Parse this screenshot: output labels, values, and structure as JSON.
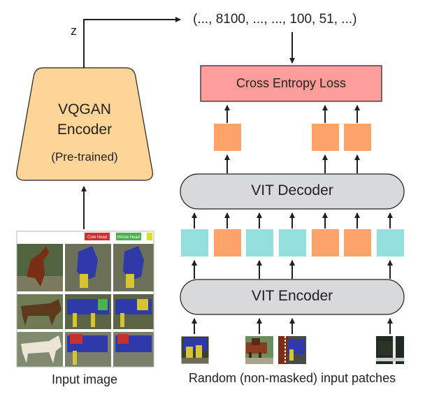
{
  "output_sequence": "(..., 8100, ..., ..., 100, 51, ...)",
  "z_label": "z",
  "encoder": {
    "line1": "VQGAN",
    "line2": "Encoder",
    "note": "(Pre-trained)",
    "color": "#fdd596"
  },
  "loss": {
    "label": "Cross Entropy Loss",
    "color": "#fc9d9a"
  },
  "vit_decoder": {
    "label": "VIT Decoder",
    "color": "#d8d9da"
  },
  "vit_encoder": {
    "label": "VIT Encoder",
    "color": "#d8d9da"
  },
  "input_caption": "Input image",
  "patches_caption": "Random (non-masked) input patches",
  "image_panel": {
    "headers": [
      "Cow Head",
      "Horse Head"
    ],
    "header_colors": [
      "#d32f2f",
      "#4caf50"
    ]
  },
  "colors": {
    "token_masked": "#fba369",
    "token_visible": "#93dfdb",
    "stroke": "#231f20"
  }
}
